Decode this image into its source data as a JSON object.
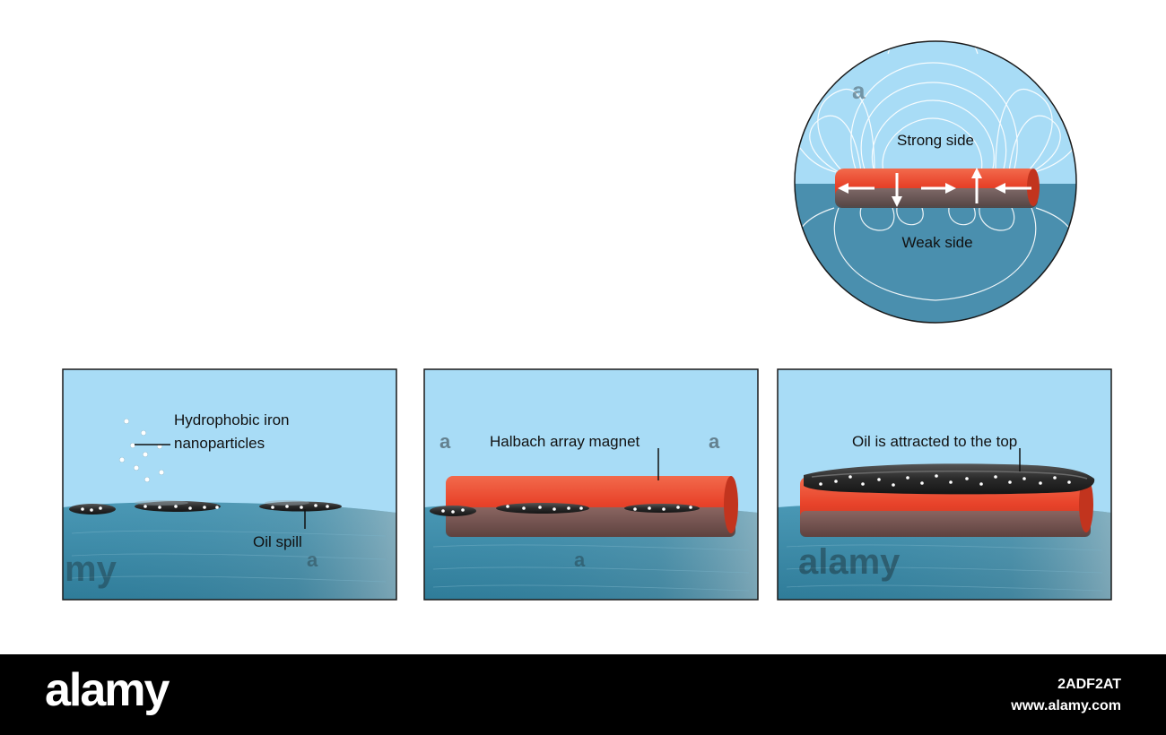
{
  "inset": {
    "strong_label": "Strong side",
    "weak_label": "Weak side",
    "magnet_arrows": [
      "left",
      "down",
      "right",
      "up",
      "left"
    ]
  },
  "panels": [
    {
      "label_line1": "Hydrophobic iron",
      "label_line2": "nanoparticles",
      "label_bottom": "Oil spill"
    },
    {
      "label": "Halbach array magnet"
    },
    {
      "label": "Oil is attracted to the top"
    }
  ],
  "watermark": {
    "text": "alamy",
    "image_id": "2ADF2AT",
    "url": "www.alamy.com"
  },
  "colors": {
    "sky": "#a8dcf6",
    "water": "#3f8fae",
    "water_dark": "#2c7896",
    "magnet_red": "#e8432a",
    "magnet_dark": "#6b5d5d",
    "oil": "#2b2b2b",
    "frame": "#1a1a1a"
  }
}
